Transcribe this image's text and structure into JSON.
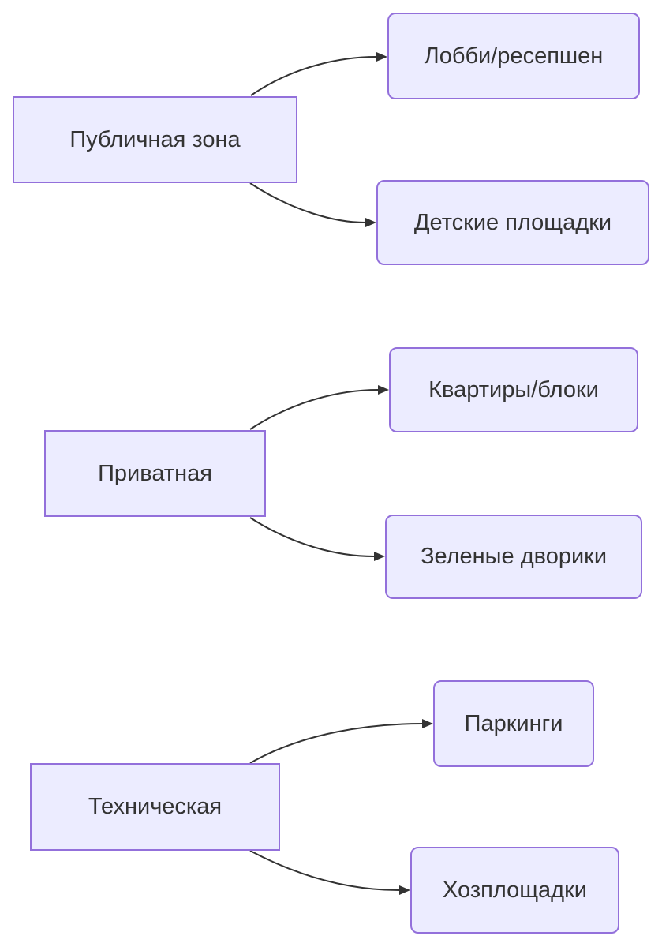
{
  "diagram": {
    "type": "flowchart-LR",
    "colors": {
      "node_fill": "#ECECFF",
      "node_border": "#9370DB",
      "edge": "#333333",
      "text": "#333333",
      "background": "#ffffff"
    },
    "nodes": [
      {
        "id": "public",
        "label": "Публичная зона",
        "shape": "rect"
      },
      {
        "id": "lobby",
        "label": "Лобби/ресепшен",
        "shape": "rounded"
      },
      {
        "id": "playgrounds",
        "label": "Детские площадки",
        "shape": "rounded"
      },
      {
        "id": "private",
        "label": "Приватная",
        "shape": "rect"
      },
      {
        "id": "apartments",
        "label": "Квартиры/блоки",
        "shape": "rounded"
      },
      {
        "id": "courtyards",
        "label": "Зеленые дворики",
        "shape": "rounded"
      },
      {
        "id": "technical",
        "label": "Техническая",
        "shape": "rect"
      },
      {
        "id": "parking",
        "label": "Паркинги",
        "shape": "rounded"
      },
      {
        "id": "utility",
        "label": "Хозплощадки",
        "shape": "rounded"
      }
    ],
    "edges": [
      {
        "from": "Публичная зона",
        "to": "Лобби/ресепшен"
      },
      {
        "from": "Публичная зона",
        "to": "Детские площадки"
      },
      {
        "from": "Приватная",
        "to": "Квартиры/блоки"
      },
      {
        "from": "Приватная",
        "to": "Зеленые дворики"
      },
      {
        "from": "Техническая",
        "to": "Паркинги"
      },
      {
        "from": "Техническая",
        "to": "Хозплощадки"
      }
    ]
  }
}
